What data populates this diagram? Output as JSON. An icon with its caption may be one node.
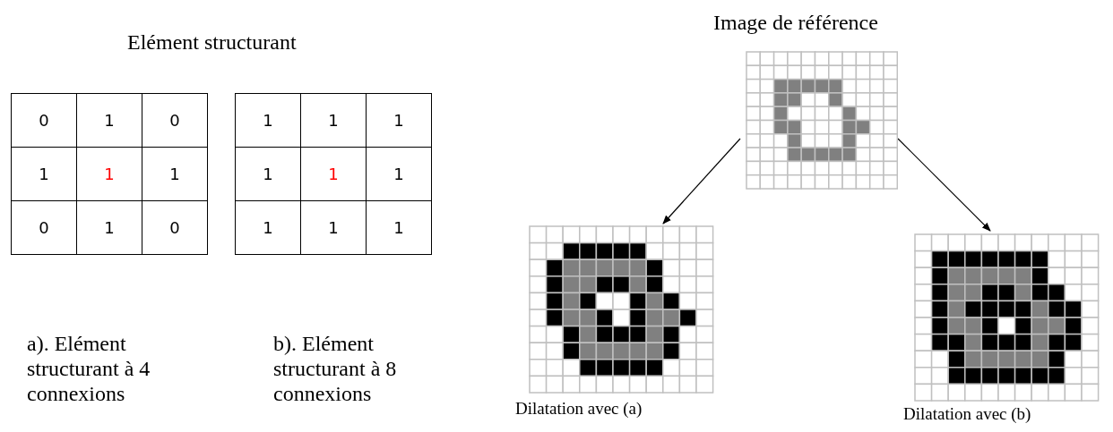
{
  "diagram": {
    "nodes": [
      {
        "text": [
          "Image de référence"
        ]
      },
      {
        "text": [
          "Dilatation avec (a)"
        ]
      },
      {
        "text": [
          "Dilatation avec (b)"
        ]
      }
    ],
    "edges": [
      {
        "from": 0,
        "to": 1,
        "arrow": "to"
      },
      {
        "from": 0,
        "to": 2,
        "arrow": "to"
      }
    ],
    "labels": [
      "Elément structurant",
      "0",
      "1",
      "0",
      "1",
      "1",
      "1",
      "0",
      "1",
      "0",
      "1",
      "1",
      "1",
      "1",
      "1",
      "1",
      "1",
      "1",
      "1",
      "a). Elément structurant à 4 connexions",
      "b). Elément structurant à 8 connexions"
    ]
  }
}
